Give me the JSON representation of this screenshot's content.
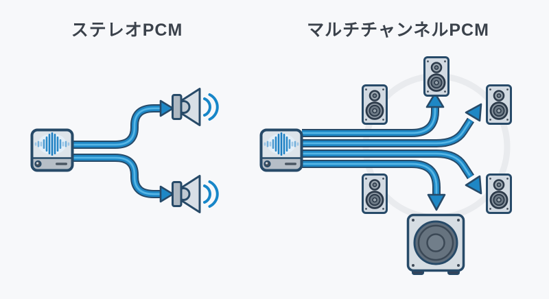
{
  "left_panel": {
    "title": "ステレオPCM",
    "arrow_count": 2,
    "speaker_count": 2
  },
  "right_panel": {
    "title": "マルチチャンネルPCM",
    "arrow_count": 4,
    "speaker_count": 5,
    "subwoofer_count": 1
  },
  "icons": {
    "source_device": "audio-source-waveform-icon",
    "stereo_speaker": "horn-speaker-icon",
    "sound_waves": "sound-wave-arcs-icon",
    "surround_speaker": "bookshelf-speaker-icon",
    "subwoofer": "subwoofer-icon",
    "signal_arrow": "signal-flow-arrow-icon",
    "surround_ring": "surround-circle-ring"
  },
  "colors": {
    "background": "#f7f8fa",
    "title-text": "#3b424b",
    "navy": "#274a68",
    "arrow-blue": "#1e87c5",
    "arrow-light": "#55b5e5",
    "wave-blue": "#1786c8",
    "device-body": "#dde4ea",
    "device-panel": "#b6bec7",
    "speaker-body": "#d2dae2",
    "ring-gray": "#e9ebee"
  }
}
